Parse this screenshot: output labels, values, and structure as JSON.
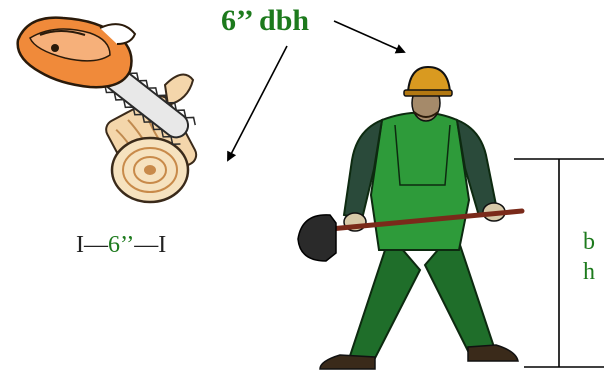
{
  "labels": {
    "dbh": "6’’ dbh",
    "diameter_left": "I—",
    "diameter_value": "6’’",
    "diameter_right": "—I",
    "breast_height_line1": "b",
    "breast_height_line2": "h"
  },
  "colors": {
    "green_text": "#1d7a1d",
    "lumberjack_clothes": "#2e9b3a",
    "saw_orange": "#f08a3a",
    "log_tan": "#f2d3a6",
    "arrow": "#000000"
  },
  "icons": {
    "chainsaw": "chainsaw-log-icon",
    "lumberjack": "lumberjack-with-axe-icon"
  }
}
